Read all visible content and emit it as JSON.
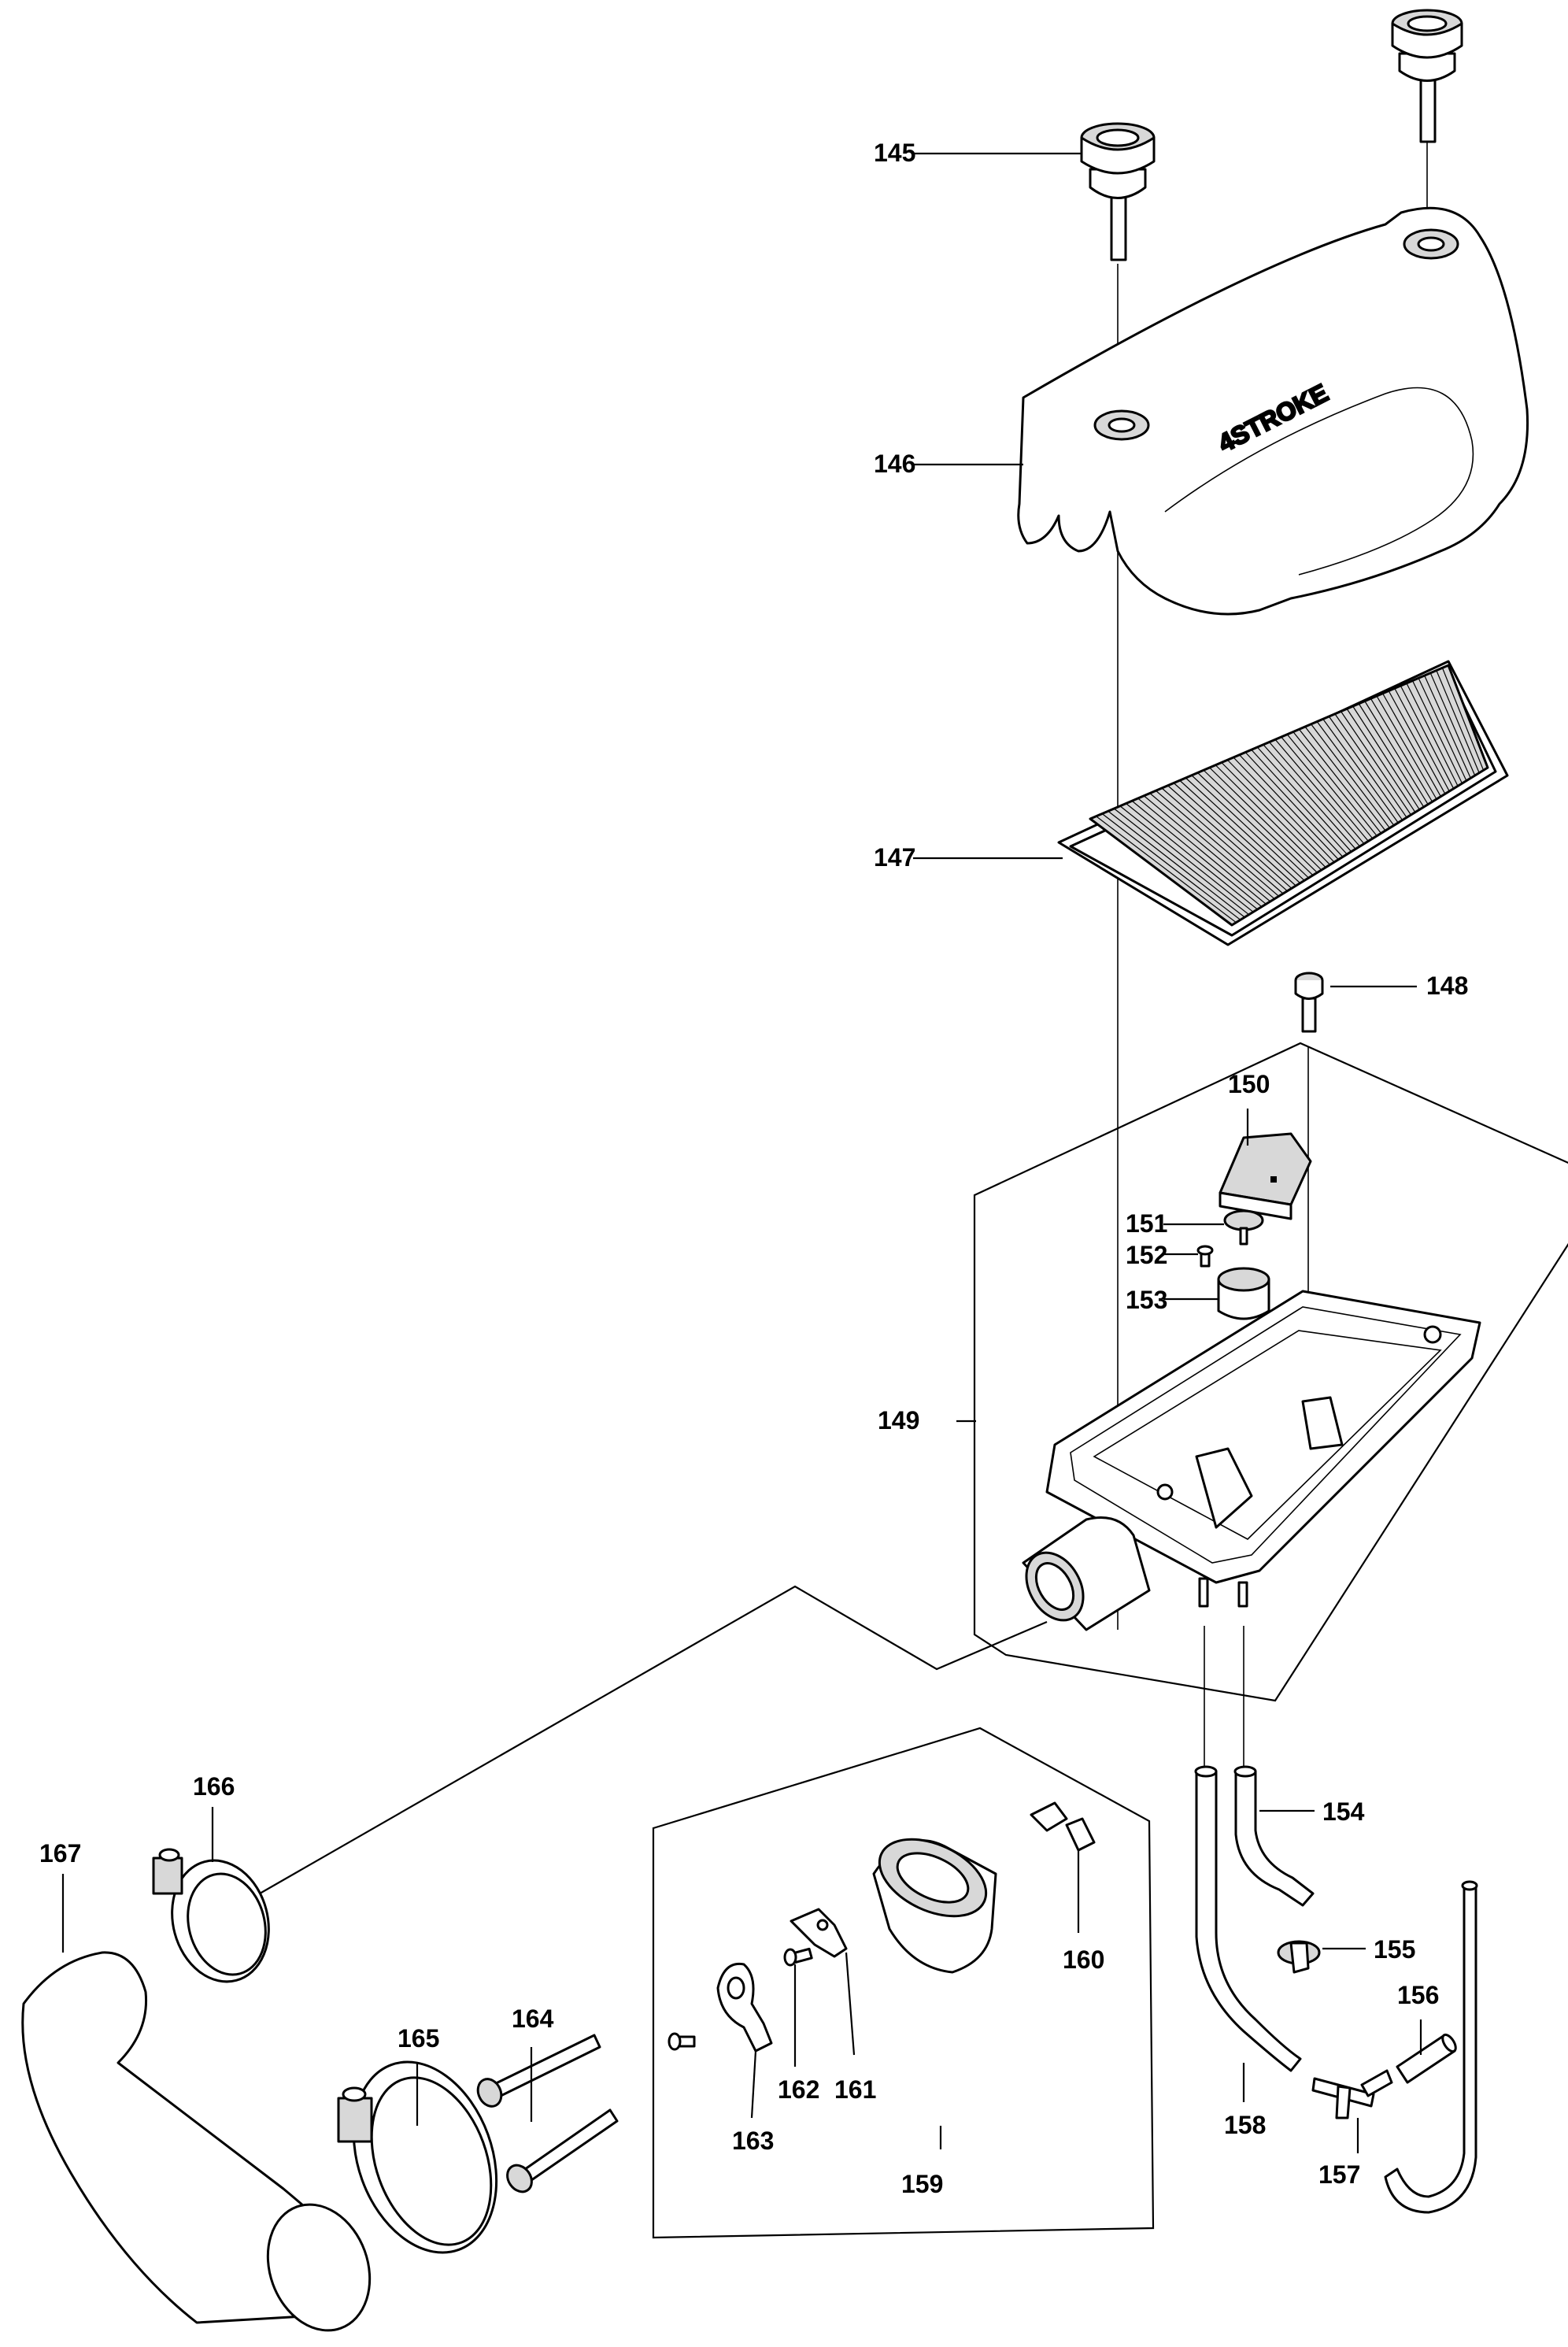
{
  "diagram": {
    "brand_text": "4STROKE",
    "labels": {
      "p145": "145",
      "p146": "146",
      "p147": "147",
      "p148": "148",
      "p149": "149",
      "p150": "150",
      "p151": "151",
      "p152": "152",
      "p153": "153",
      "p154": "154",
      "p155": "155",
      "p156": "156",
      "p157": "157",
      "p158": "158",
      "p159": "159",
      "p160": "160",
      "p161": "161",
      "p162": "162",
      "p163": "163",
      "p164": "164",
      "p165": "165",
      "p166": "166",
      "p167": "167"
    }
  }
}
